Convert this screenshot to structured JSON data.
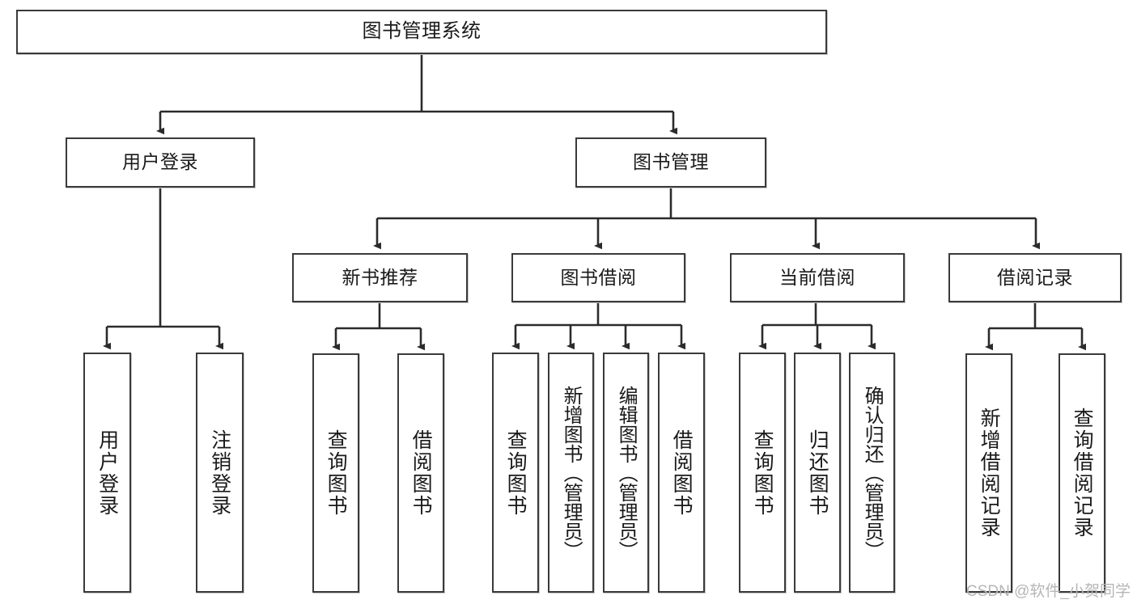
{
  "diagram": {
    "type": "tree-hierarchy",
    "title": "图书管理系统",
    "watermark": "CSDN @软件_小贺同学",
    "colors": {
      "box_border": "#3a3a3a",
      "box_fill": "#ffffff",
      "connector": "#2b2b2b",
      "text": "#1a1a1a",
      "watermark": "#b6b6b6"
    },
    "nodes": {
      "root": {
        "label": "图书管理系统"
      },
      "level2": [
        {
          "id": "user-login",
          "label": "用户登录"
        },
        {
          "id": "book-manage",
          "label": "图书管理"
        }
      ],
      "level3": [
        {
          "id": "new-book-recommend",
          "label": "新书推荐"
        },
        {
          "id": "book-borrow",
          "label": "图书借阅"
        },
        {
          "id": "current-borrow",
          "label": "当前借阅"
        },
        {
          "id": "borrow-record",
          "label": "借阅记录"
        }
      ],
      "leaves": {
        "user-login": [
          {
            "id": "leaf-user-login",
            "label": "用户登录"
          },
          {
            "id": "leaf-logout",
            "label": "注销登录"
          }
        ],
        "new-book-recommend": [
          {
            "id": "leaf-query-book-1",
            "label": "查询图书"
          },
          {
            "id": "leaf-borrow-book-1",
            "label": "借阅图书"
          }
        ],
        "book-borrow": [
          {
            "id": "leaf-query-book-2",
            "label": "查询图书"
          },
          {
            "id": "leaf-add-book",
            "label": "新增图书（管理员）"
          },
          {
            "id": "leaf-edit-book",
            "label": "编辑图书（管理员）"
          },
          {
            "id": "leaf-borrow-book-2",
            "label": "借阅图书"
          }
        ],
        "current-borrow": [
          {
            "id": "leaf-query-book-3",
            "label": "查询图书"
          },
          {
            "id": "leaf-return-book",
            "label": "归还图书"
          },
          {
            "id": "leaf-confirm-return",
            "label": "确认归还（管理员）"
          }
        ],
        "borrow-record": [
          {
            "id": "leaf-add-record",
            "label": "新增借阅记录"
          },
          {
            "id": "leaf-query-record",
            "label": "查询借阅记录"
          }
        ]
      }
    }
  }
}
